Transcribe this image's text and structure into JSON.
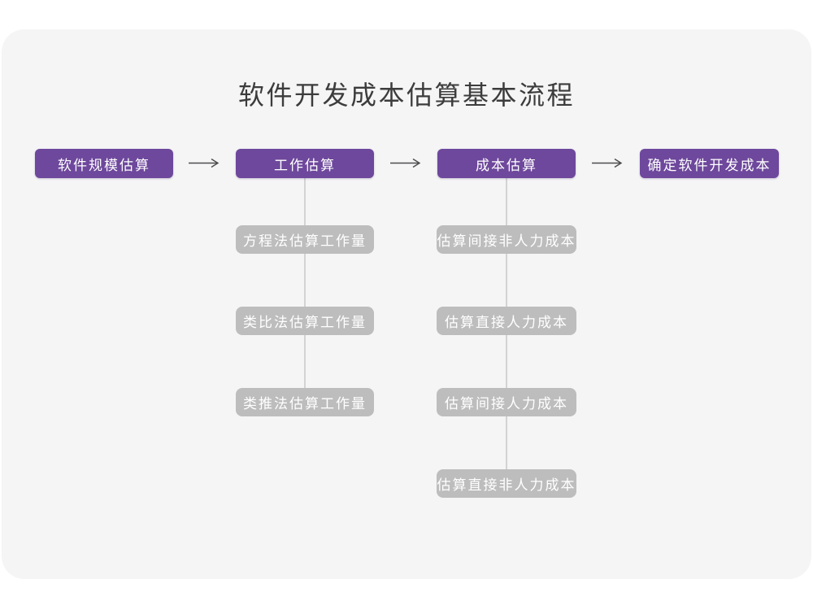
{
  "title": "软件开发成本估算基本流程",
  "colors": {
    "page_background": "#ffffff",
    "canvas_background": "#f5f5f6",
    "main_node_fill": "#6e489c",
    "sub_node_fill": "#bdbdbd",
    "node_text": "#ffffff",
    "title_text": "#3c3c3c",
    "connector_line": "#d3d3d3",
    "arrow_stroke": "#4c4c4c"
  },
  "flow": {
    "main_steps": [
      {
        "label": "软件规模估算"
      },
      {
        "label": "工作估算"
      },
      {
        "label": "成本估算"
      },
      {
        "label": "确定软件开发成本"
      }
    ],
    "work_estimation_methods": [
      {
        "label": "方程法估算工作量"
      },
      {
        "label": "类比法估算工作量"
      },
      {
        "label": "类推法估算工作量"
      }
    ],
    "cost_estimation_steps": [
      {
        "label": "估算间接非人力成本"
      },
      {
        "label": "估算直接人力成本"
      },
      {
        "label": "估算间接人力成本"
      },
      {
        "label": "估算直接非人力成本"
      }
    ]
  }
}
